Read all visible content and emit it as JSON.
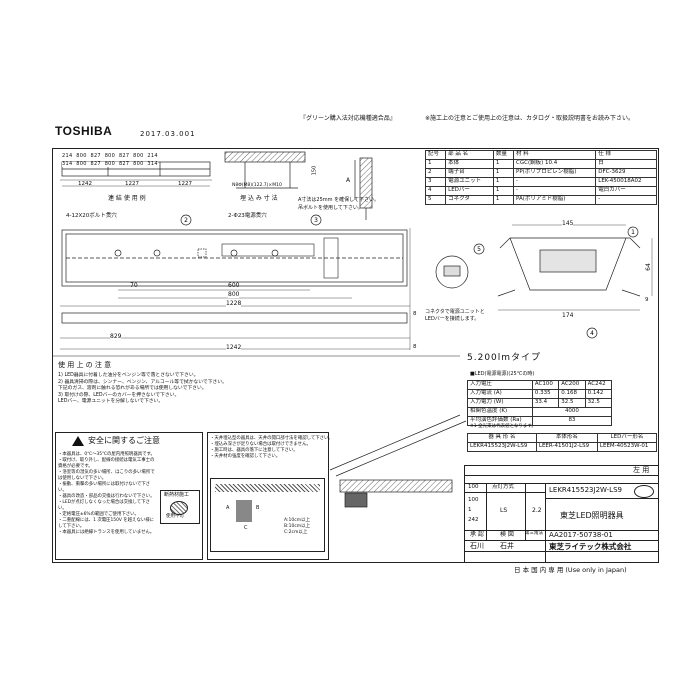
{
  "header": {
    "brand": "TOSHIBA",
    "date": "2017.03.001",
    "green_note": "『グリーン購入法対応機種適合品』",
    "caution_note": "※施工上の注意とご使用上の注意は、カタログ・取扱説明書をお読み下さい。"
  },
  "top_left_view": {
    "dims_row1": [
      "214",
      "800",
      "827",
      "800",
      "827",
      "800",
      "214"
    ],
    "dims_row2": [
      "314",
      "800",
      "827",
      "800",
      "827",
      "800",
      "314"
    ],
    "dims_row3": [
      "1242",
      "1227",
      "1227"
    ],
    "label_serial": "連 結 使 用 例",
    "label_ceiling_cut": "埋 込 み 寸 法",
    "hole_note": "N8Φ(M8)(122.7)×M10",
    "dim_150": "150",
    "dim_a": "A",
    "bolt_note_1": "A寸法は25mm を確保して下さい。",
    "bolt_note_2": "吊ボルトを使用して下さい。"
  },
  "parts_table": {
    "headers": [
      "記号",
      "部 品 名",
      "数量",
      "材 料",
      "仕 様"
    ],
    "rows": [
      [
        "1",
        "本体",
        "1",
        "CGC(鋼板) 10.4",
        "白"
      ],
      [
        "2",
        "端子台",
        "1",
        "PP(ポリプロピレン樹脂)",
        "DFC-3629"
      ],
      [
        "3",
        "電源ユニット",
        "1",
        "-",
        "LEK-450018A02"
      ],
      [
        "4",
        "LEDバー",
        "1",
        "-",
        "電白カバー"
      ],
      [
        "5",
        "コネクタ",
        "1",
        "PA(ポリアミド樹脂)",
        "-"
      ]
    ]
  },
  "main_view": {
    "bolt_label": "4-12X20ボルト贯穴",
    "wire_label": "2-Φ23電源贯穴",
    "dim_70": "70",
    "dim_600": "600",
    "dim_800": "800",
    "dim_1228": "1228",
    "dim_829": "829",
    "dim_1242": "1242",
    "dim_8a": "8",
    "dim_8b": "8",
    "callouts": [
      "2",
      "3"
    ]
  },
  "section_view": {
    "dim_145": "145",
    "dim_174": "174",
    "dim_64": "64",
    "dim_9": "9",
    "callouts": [
      "1",
      "4",
      "5"
    ],
    "connector_note_1": "コネクタで電源ユニットと",
    "connector_note_2": "LEDバーを接続します。"
  },
  "type_title": "5.200lmタイプ",
  "spec_table": {
    "caption": "■LED(電源電源)(25℃の時)",
    "headers": [
      "入力電圧",
      "AC100",
      "AC200",
      "AC242"
    ],
    "rows": [
      [
        "入力電流 (A)",
        "0.335",
        "0.168",
        "0.142"
      ],
      [
        "入力電力 (W)",
        "33.4",
        "32.5",
        "32.5"
      ],
      [
        "相関色温度 (K)",
        "4000",
        "",
        ""
      ],
      [
        "平均演色評価数 (Ra)",
        "83",
        "",
        ""
      ]
    ],
    "footnote": "※1 全光束は代表値となります。"
  },
  "model_table": {
    "headers": [
      "器 具 形 名",
      "本体形名",
      "LEDバー形名"
    ],
    "row": [
      "LEKR415523J2W-LS9",
      "LEER-41501J2-LS9",
      "LEEM-40523W-01"
    ]
  },
  "usage_notes": {
    "title": "使 用 上 の 注 意",
    "lines": [
      "1) LED器具に付着した油分をベンジン等で落とさないで下さい。",
      "2) 器具清掃の際は、シンナー、ベンジン、アルコール等で拭かないで下さい。",
      "   下記のガス、溶剤に触れる恐れがある場所では使用しないで下さい。",
      "3) 取付けの際、LEDバーのカバーを押さないで下さい。",
      "   LEDバー、電源ユニットを分解しないで下さい。"
    ]
  },
  "safety_box": {
    "title": "安全に関するご注意",
    "lines": [
      "・本器具は、0℃〜35℃の屋内用照明器具です。",
      "・取付け、取り外し、配線の接続は電気工事士の資格が必要です。",
      "・浴室等の湿気の多い場所、ほこりの多い場所では使用しないで下さい。",
      "・振動、衝撃の多い場所には取付けないで下さい。",
      "・器具の改造・部品の交換は行わないで下さい。",
      "・LEDが点灯しなくなった場合は交換して下さい。",
      "・定格電圧±6%の範囲でご使用下さい。",
      "・二重配線には、1 次電圧150V を越えない様にして下さい。",
      "・本器具には絶縁トランスを使用していません。"
    ],
    "badge": "断熱材施工",
    "badge_sub": "使用不可"
  },
  "mid_note_box": {
    "lines": [
      "・天井埋込型の器具は、天井の開口部寸法を確認して下さい。",
      "・埋込み深さが足りない場合は取付けできません。",
      "・施工時は、器具の落下に注意して下さい。",
      "・天井材の強度を確認して下さい。"
    ],
    "legend": [
      "A:10cm以上",
      "B:10cm以上",
      "C:2cm以上"
    ],
    "dim_a": "A",
    "dim_b": "B",
    "dim_c": "C"
  },
  "title_block": {
    "side_label": "左 用",
    "col_headers": [
      "100",
      "点灯方式"
    ],
    "volt_values": [
      "100",
      "1",
      "242"
    ],
    "method": "LS",
    "weight": "2.2",
    "model": "LEKR415523J2W-LS9",
    "product_name": "東芝LED照明器具",
    "drawing_no": "AA2017-50738-01",
    "approval_headers": [
      "承 認",
      "検 図",
      "第三角法"
    ],
    "approvers": [
      "石川",
      "石井"
    ],
    "company": "東芝ライテック株式会社",
    "japan_only": "日 本 国 内 専 用 (Use only in Japan)"
  },
  "colors": {
    "line": "#222222",
    "bg": "#ffffff",
    "fixture": "#555555"
  }
}
